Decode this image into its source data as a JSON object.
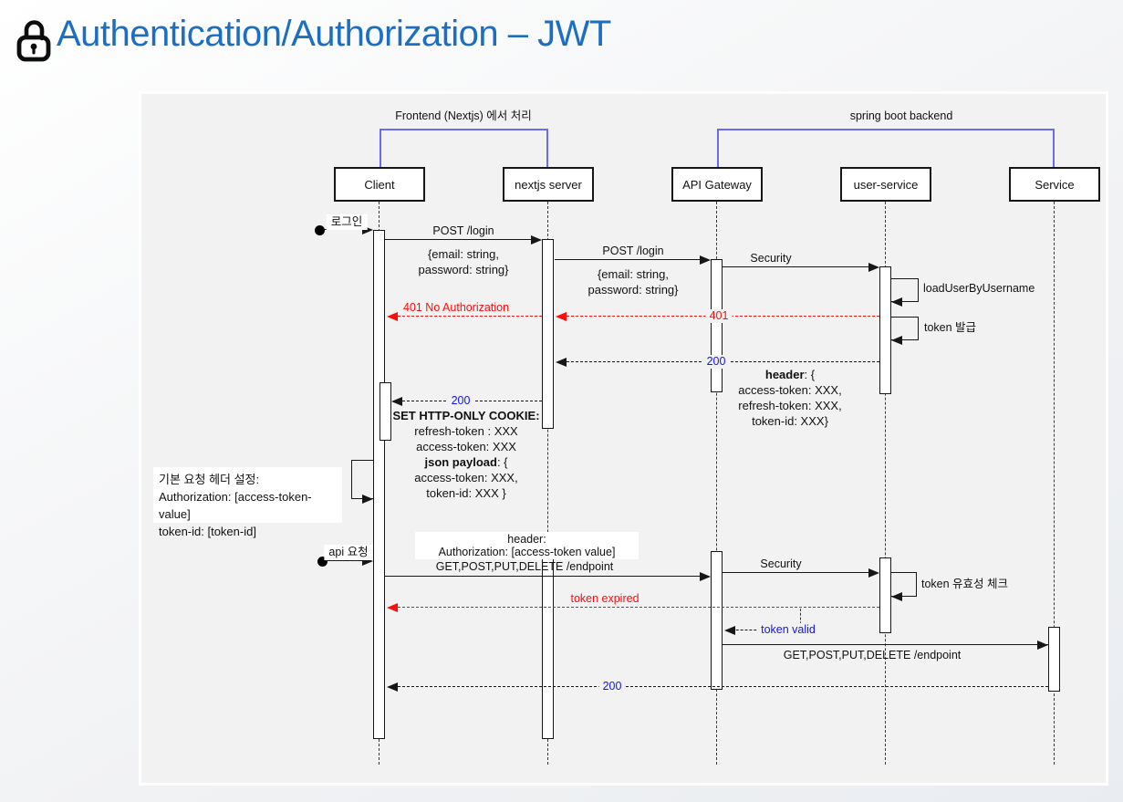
{
  "page_title": "Authentication/Authorization – JWT",
  "title_icon": "lock-icon",
  "colors": {
    "title_blue": "#1b6ec2",
    "bracket_blue": "#6b6bf2",
    "error_red": "#fd0d0d",
    "status_blue": "#1414e8",
    "panel_gray": "#f2f2f3"
  },
  "groups": {
    "frontend": "Frontend (Nextjs) 에서 처리",
    "backend": "spring boot backend"
  },
  "participants": {
    "client": "Client",
    "nextjs": "nextjs server",
    "gateway": "API Gateway",
    "user_service": "user-service",
    "service": "Service"
  },
  "messages": {
    "login_found": "로그인",
    "post_login1": "POST /login",
    "login_body1": "{email: string,\npassword: string}",
    "post_login2": "POST /login",
    "login_body2": "{email: string,\npassword: string}",
    "security1": "Security",
    "load_user": "loadUserByUsername",
    "token_issue": "token 발급",
    "err401_full": "401 No Authorization",
    "err401": "401",
    "ok200_gateway": "200",
    "header_bold": "header",
    "header_rest": ": {",
    "header_lines": "access-token: XXX,\nrefresh-token: XXX,\ntoken-id: XXX}",
    "ok200_client": "200",
    "cookie_title": "SET HTTP-ONLY COOKIE:",
    "cookie_lines12": "refresh-token : XXX\naccess-token: XXX",
    "json_payload_bold": "json payload",
    "json_payload_rest": ": {",
    "cookie_lines45": "access-token: XXX,\ntoken-id: XXX }",
    "default_header_note": "기본 요청 헤더 설정:\nAuthorization:  [access-token-value]\ntoken-id: [token-id]",
    "api_request_found": "api 요청",
    "header_note2": "header:\nAuthorization: [access-token value]",
    "get_endpoint1": "GET,POST,PUT,DELETE /endpoint",
    "security2": "Security",
    "token_check": "token 유효성 체크",
    "token_expired": "token expired",
    "token_valid": "token valid",
    "get_endpoint2": "GET,POST,PUT,DELETE /endpoint",
    "ok200_final": "200"
  }
}
